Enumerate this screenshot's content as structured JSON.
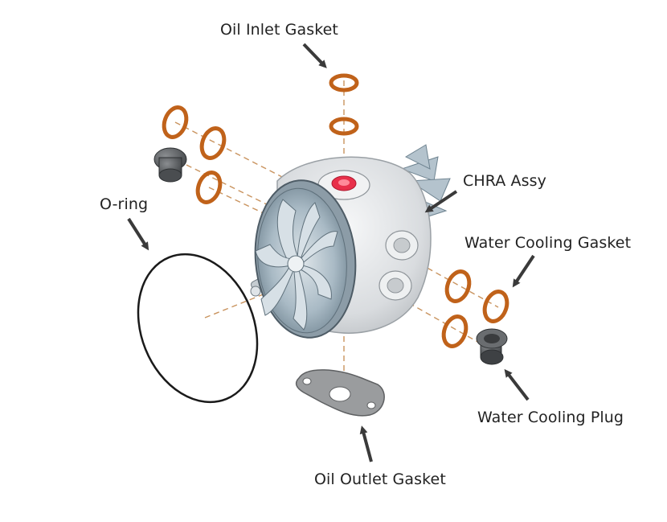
{
  "labels": {
    "oil_inlet_gasket": "Oil Inlet Gasket",
    "chra_assy": "CHRA Assy",
    "o_ring": "O-ring",
    "water_cooling_gasket": "Water Cooling Gasket",
    "water_cooling_plug": "Water Cooling Plug",
    "oil_outlet_gasket": "Oil Outlet Gasket"
  },
  "colors": {
    "gasket_copper": "#c0621a",
    "gasket_edge": "#8a4010",
    "arrow": "#3a3a3a",
    "axis_dash": "#c9935e",
    "housing": "#e4e6e8",
    "wheel": "#9fb2bf",
    "plug": "#5c5f62",
    "oil_port": "#e8304a"
  }
}
